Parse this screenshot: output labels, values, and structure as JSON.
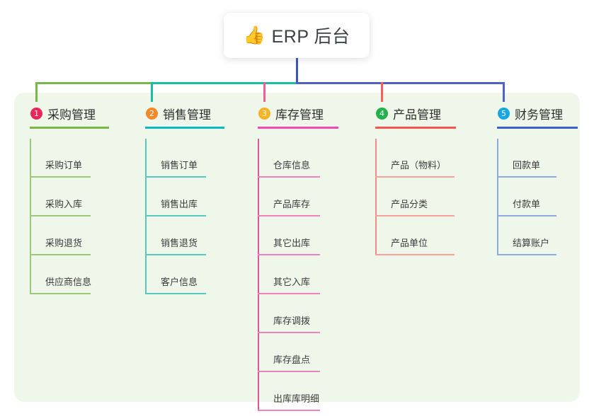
{
  "root": {
    "icon": "thumbs-up-icon",
    "icon_glyph": "👍",
    "title": "ERP 后台"
  },
  "panel": {
    "background": "#eef7e9"
  },
  "connectors": {
    "trunk_color": "#4055b8",
    "bus_left_color": "#7ab648",
    "bus_mid_color": "#17bfa0",
    "bus_right_color": "#5060c8",
    "drops": [
      {
        "color": "#7ab648"
      },
      {
        "color": "#17bfa0"
      },
      {
        "color": "#ec5e9e"
      },
      {
        "color": "#f2615f"
      },
      {
        "color": "#4f63c9"
      }
    ]
  },
  "columns": [
    {
      "index": "1",
      "title": "采购管理",
      "badge_color": "#e8275a",
      "rule_color": "#7ab648",
      "leaf_rule_color": "#9ac97a",
      "spine_color": "#9ac97a",
      "rule_width": 112,
      "leaf_width": 86,
      "items": [
        "采购订单",
        "采购入库",
        "采购退货",
        "供应商信息"
      ]
    },
    {
      "index": "2",
      "title": "销售管理",
      "badge_color": "#f5882a",
      "rule_color": "#0fb9c4",
      "leaf_rule_color": "#57c7c0",
      "spine_color": "#57c7c0",
      "rule_width": 112,
      "leaf_width": 86,
      "items": [
        "销售订单",
        "销售出库",
        "销售退货",
        "客户信息"
      ]
    },
    {
      "index": "3",
      "title": "库存管理",
      "badge_color": "#f5b425",
      "rule_color": "#ef4bb0",
      "leaf_rule_color": "#ef82bc",
      "spine_color": "#e0549d",
      "rule_width": 114,
      "leaf_width": 88,
      "items": [
        "仓库信息",
        "产品库存",
        "其它出库",
        "其它入库",
        "库存调拨",
        "库存盘点",
        "出库库明细"
      ]
    },
    {
      "index": "4",
      "title": "产品管理",
      "badge_color": "#22b14c",
      "rule_color": "#f5564e",
      "leaf_rule_color": "#f6a29c",
      "spine_color": "#f08a84",
      "rule_width": 114,
      "leaf_width": 112,
      "items": [
        "产品（物料）",
        "产品分类",
        "产品单位"
      ]
    },
    {
      "index": "5",
      "title": "财务管理",
      "badge_color": "#19a7e0",
      "rule_color": "#3f5fd0",
      "leaf_rule_color": "#8ea8e0",
      "spine_color": "#8ea8e0",
      "rule_width": 114,
      "leaf_width": 84,
      "items": [
        "回款单",
        "付款单",
        "结算账户"
      ]
    }
  ]
}
